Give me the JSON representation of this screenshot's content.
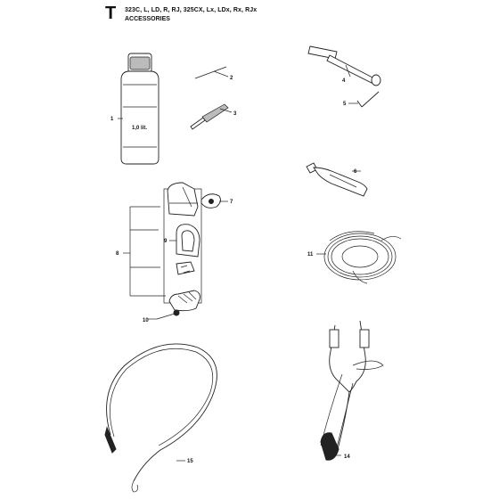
{
  "header": {
    "section_letter": "T",
    "models": "323C, L, LD, R, RJ, 325CX, Lx, LDx, Rx, RJx",
    "title": "ACCESSORIES"
  },
  "bottle_label": "1,0 lit.",
  "callouts": [
    "1",
    "2",
    "3",
    "4",
    "5",
    "6",
    "7",
    "8",
    "9",
    "10",
    "11",
    "14",
    "15"
  ]
}
